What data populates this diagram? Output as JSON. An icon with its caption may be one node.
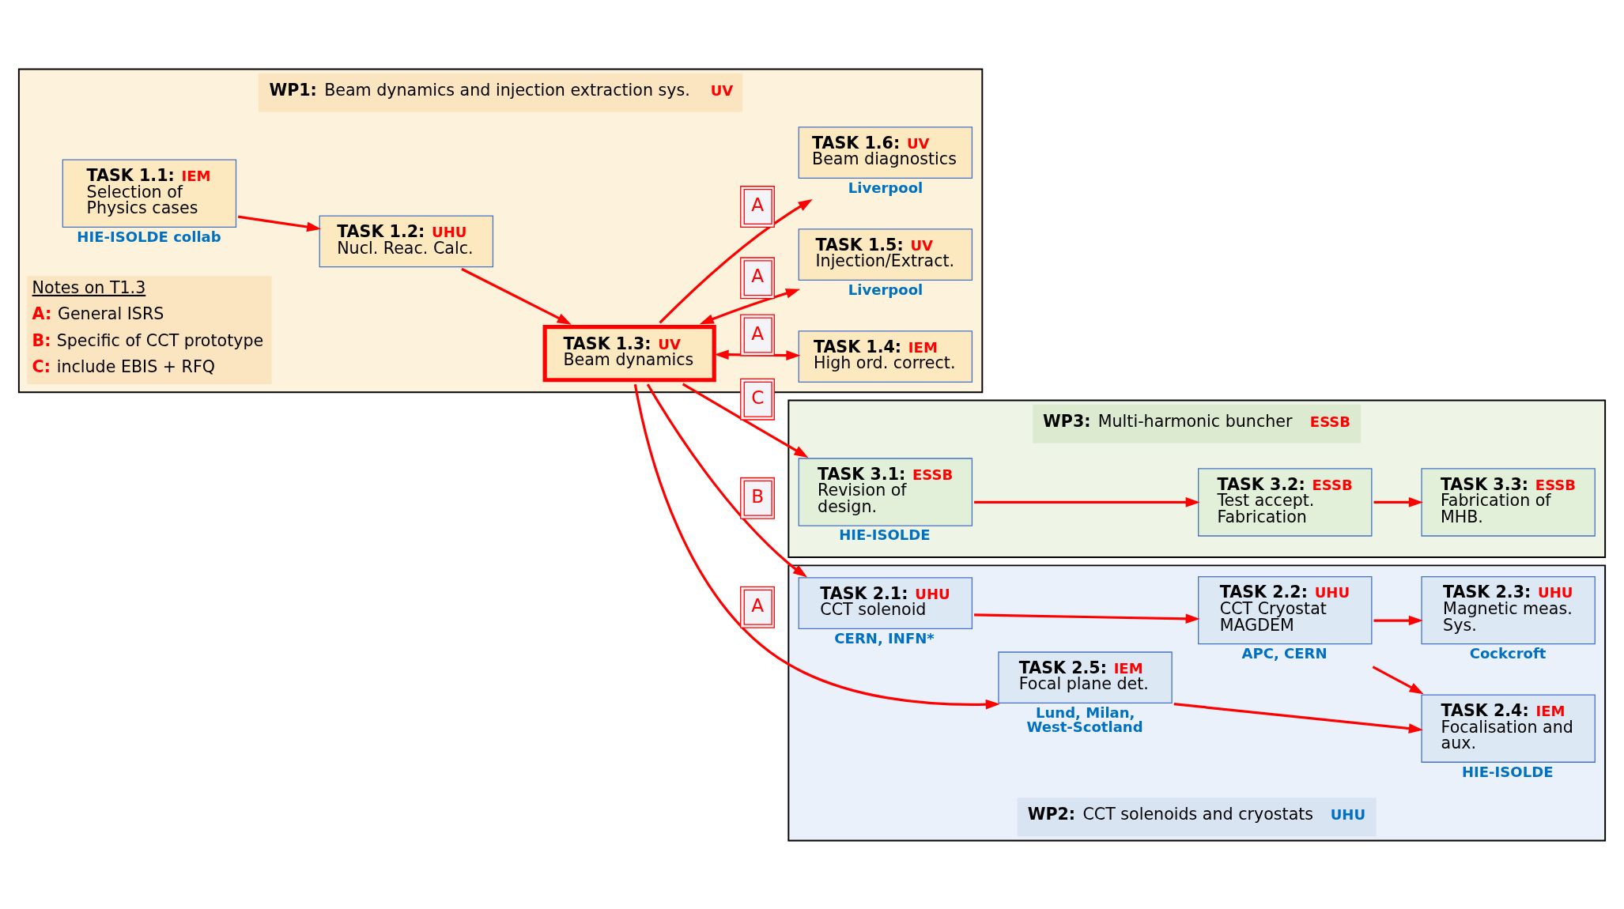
{
  "diagram": {
    "nodes": [
      {
        "text": [
          "**WP1:** Beam dynamics and injection extraction sys.",
          "UV"
        ]
      },
      {
        "text": [
          "TASK 1.1:",
          "IEM",
          "Selection of Physics cases"
        ],
        "in": 0,
        "beside": [
          "HIE-ISOLDE collab"
        ]
      },
      {
        "text": [
          "TASK 1.2:",
          "UHU",
          "Nucl. Reac. Calc."
        ],
        "in": 0
      },
      {
        "text": [
          "TASK 1.4:",
          "IEM",
          "High ord. correct."
        ],
        "in": 0
      },
      {
        "text": [
          "TASK 1.3:",
          "UV",
          "Beam dynamics"
        ],
        "in": 0
      },
      {
        "text": [
          "TASK 1.5:",
          "UV",
          "Injection/Extract."
        ],
        "in": 0,
        "beside": [
          "Liverpool"
        ]
      },
      {
        "text": [
          "TASK 1.6:",
          "UV",
          "Beam diagnostics"
        ],
        "in": 0,
        "beside": [
          "Liverpool"
        ]
      },
      {
        "text": [
          "Notes on T1.3",
          "**A:** General ISRS",
          "**B:** Specific of CCT prototype",
          "**C:** include EBIS + RFQ"
        ],
        "in": 0
      },
      {
        "text": [
          "**WP3:** Multi-harmonic buncher",
          "ESSB"
        ]
      },
      {
        "text": [
          "TASK 3.1:",
          "ESSB",
          "Revision of design."
        ],
        "in": 8,
        "beside": [
          "HIE-ISOLDE"
        ]
      },
      {
        "text": [
          "TASK 3.2:",
          "ESSB",
          "Test accept. Fabrication"
        ],
        "in": 8
      },
      {
        "text": [
          "TASK 3.3:",
          "ESSB",
          "Fabrication of MHB."
        ],
        "in": 8
      },
      {
        "text": [
          "**WP2:** CCT solenoids and cryostats",
          "UHU"
        ]
      },
      {
        "text": [
          "TASK 2.1:",
          "UHU",
          "CCT solenoid"
        ],
        "in": 12,
        "beside": [
          "CERN, INFN*"
        ]
      },
      {
        "text": [
          "TASK 2.2:",
          "UHU",
          "CCT Cryostat MAGDEM"
        ],
        "in": 12,
        "beside": [
          "APC, CERN"
        ]
      },
      {
        "text": [
          "TASK 2.3:",
          "UHU",
          "Magnetic meas. Sys."
        ],
        "in": 12,
        "beside": [
          "Cockcroft"
        ]
      },
      {
        "text": [
          "TASK 2.5:",
          "IEM",
          "Focal plane det."
        ],
        "in": 12,
        "beside": [
          "Lund, Milan, West-Scotland"
        ]
      },
      {
        "text": [
          "TASK 2.4:",
          "IEM",
          "Focalisation and aux."
        ],
        "in": 12,
        "beside": [
          "HIE-ISOLDE"
        ]
      }
    ],
    "edges": [
      {
        "from": 1,
        "to": 2,
        "arrow": "to"
      },
      {
        "from": 2,
        "to": 4,
        "arrow": "to"
      },
      {
        "from": 4,
        "to": 3,
        "arrow": "both",
        "label": "A"
      },
      {
        "from": 4,
        "to": 5,
        "arrow": "both",
        "label": "A"
      },
      {
        "from": 4,
        "to": 6,
        "arrow": "to",
        "label": "A"
      },
      {
        "from": 4,
        "to": 9,
        "arrow": "to",
        "label": "C"
      },
      {
        "from": 4,
        "to": 13,
        "arrow": "to",
        "label": "B"
      },
      {
        "from": 4,
        "to": 16,
        "arrow": "to",
        "label": "A"
      },
      {
        "from": 9,
        "to": 10,
        "arrow": "to"
      },
      {
        "from": 10,
        "to": 11,
        "arrow": "to"
      },
      {
        "from": 13,
        "to": 14,
        "arrow": "to"
      },
      {
        "from": 14,
        "to": 15,
        "arrow": "to"
      },
      {
        "from": 14,
        "to": 17,
        "arrow": "to"
      },
      {
        "from": 16,
        "to": 17,
        "arrow": "to"
      }
    ]
  }
}
